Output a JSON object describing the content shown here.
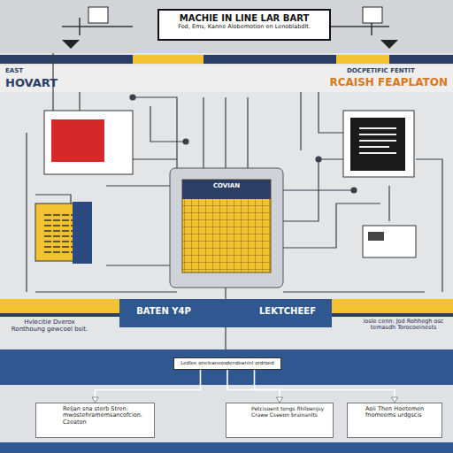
{
  "diagram": {
    "nodes": [
      {
        "text": [
          "MACHIE IN LINE LAR BART",
          "Fod, Ems, Kanne Alobemotion en Lenoblabdlt."
        ]
      },
      {
        "text": [
          "COVIAN"
        ]
      },
      {
        "text": [
          "Hvlecitie Dverox Ronthoung gewcoel bsit."
        ]
      },
      {
        "text": [
          "BATEN Y4P"
        ]
      },
      {
        "text": [
          "LEKTCHEEF"
        ]
      },
      {
        "text": [
          "iosle cenn: Jod Rohhegh osc temasdh Torocoeinests"
        ]
      },
      {
        "text": [
          "Ledlee oneleaneosdendeaninl ordroed"
        ]
      },
      {
        "text": [
          "Reljan sna sterb Stren: mwostehramemsancofcion. Czeaton"
        ]
      },
      {
        "text": [
          "Petcisoent tongs fihlloenjsy Crawe Cseeon brainanlts"
        ]
      },
      {
        "text": [
          "Aoii Then Hoetemen fnomeems urdgscis"
        ]
      }
    ],
    "edges": [
      {
        "from": 6,
        "to": 7,
        "arrow": "to"
      },
      {
        "from": 6,
        "to": 8,
        "arrow": "to"
      },
      {
        "from": 6,
        "to": 9,
        "arrow": "to"
      }
    ],
    "labels": [
      "EAST",
      "HOVART",
      "DOCPETIFIC FENTIT",
      "RCAISH FEAPLATON"
    ]
  }
}
